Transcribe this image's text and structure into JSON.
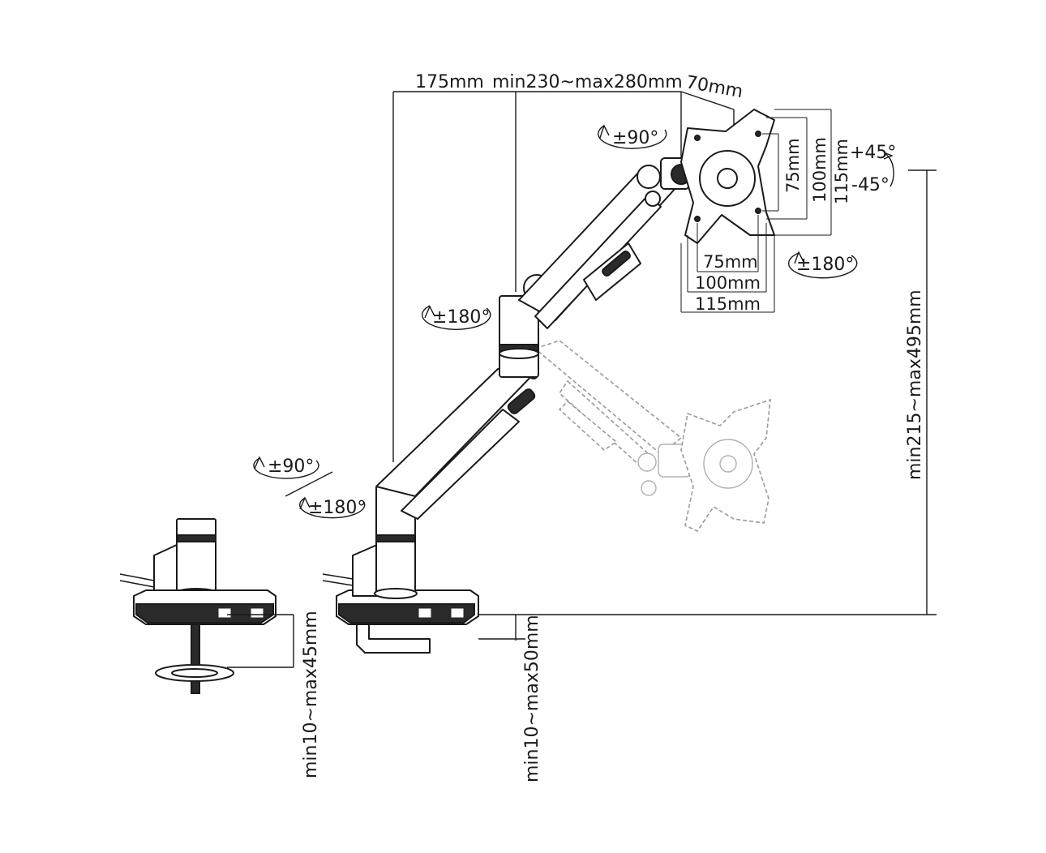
{
  "labels": {
    "arm_reach_base": "175mm",
    "arm_reach_range": "min230~max280mm",
    "head_offset": "70mm",
    "tilt_rotation": "±90°",
    "tilt_up": "+45°",
    "tilt_down": "-45°",
    "vesa_vertical_75": "75mm",
    "vesa_vertical_100": "100mm",
    "vesa_vertical_115": "115mm",
    "vesa_horizontal_75": "75mm",
    "vesa_horizontal_100": "100mm",
    "vesa_horizontal_115": "115mm",
    "head_swivel": "±180°",
    "elbow_swivel": "±180°",
    "base_rotation_90": "±90°",
    "base_rotation_180": "±180°",
    "height_range": "min215~max495mm",
    "grommet_thickness": "min10~max45mm",
    "clamp_thickness": "min10~max50mm"
  },
  "colors": {
    "line": "#1a1a1a",
    "ghost": "#9a9a9a",
    "background": "#ffffff"
  }
}
